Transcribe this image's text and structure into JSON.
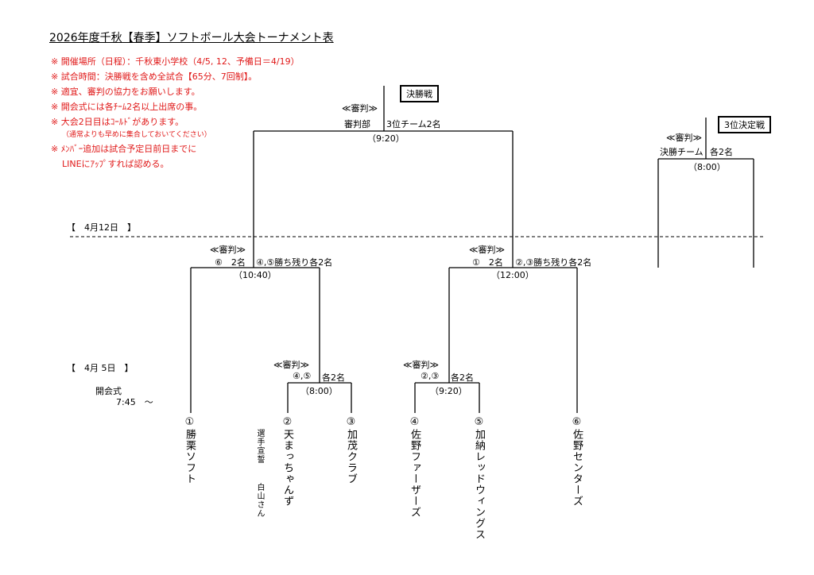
{
  "title": "2026年度千秋【春季】ソフトボール大会トーナメント表",
  "notes": [
    "※ 開催場所（日程）：千秋東小学校（4/5, 12、予備日＝4/19）",
    "※ 試合時間：決勝戦を含め全試合【65分、7回制】。",
    "※ 適宜、審判の協力をお願いします。",
    "※ 開会式には各ﾁｰﾑ2名以上出席の事。",
    "※ 大会2日目はｺｰﾙﾄﾞがあります。",
    "（通常よりも早めに集合しておいてください）",
    "※ ﾒﾝﾊﾞｰ追加は試合予定日前日までに",
    "LINEにｱｯﾌﾟすれば認める。"
  ],
  "labels": {
    "final_box": "決勝戦",
    "third_box": "3位決定戦",
    "referee": "≪審判≫",
    "final_ref_left": "審判部",
    "final_ref_right": "3位チーム2名",
    "final_time": "（9:20）",
    "third_ref_left": "決勝チーム",
    "third_ref_right": "各2名",
    "third_time": "（8:00）",
    "day2": "【　4月12日　】",
    "day1": "【　4月 5日　】",
    "semi_left_ref": "⑥　2名",
    "semi_left_ref2": "④,⑤勝ち残り各2名",
    "semi_left_time": "（10:40）",
    "semi_right_ref": "①　2名",
    "semi_right_ref2": "②,③勝ち残り各2名",
    "semi_right_time": "（12:00）",
    "r1a_ref": "④,⑤",
    "r1a_ref2": "各2名",
    "r1a_time": "（8:00）",
    "r1b_ref": "②,③",
    "r1b_ref2": "各2名",
    "r1b_time": "（9:20）",
    "opening": "開会式",
    "opening_time": "7:45　～",
    "oath": "選手宣誓",
    "oath_name": "白山さん"
  },
  "teams": [
    "①勝栗ソフト",
    "②天まっちゃんず",
    "③加茂クラブ",
    "④佐野ファーザーズ",
    "⑤加納レッドウィングス",
    "⑥佐野センターズ"
  ]
}
